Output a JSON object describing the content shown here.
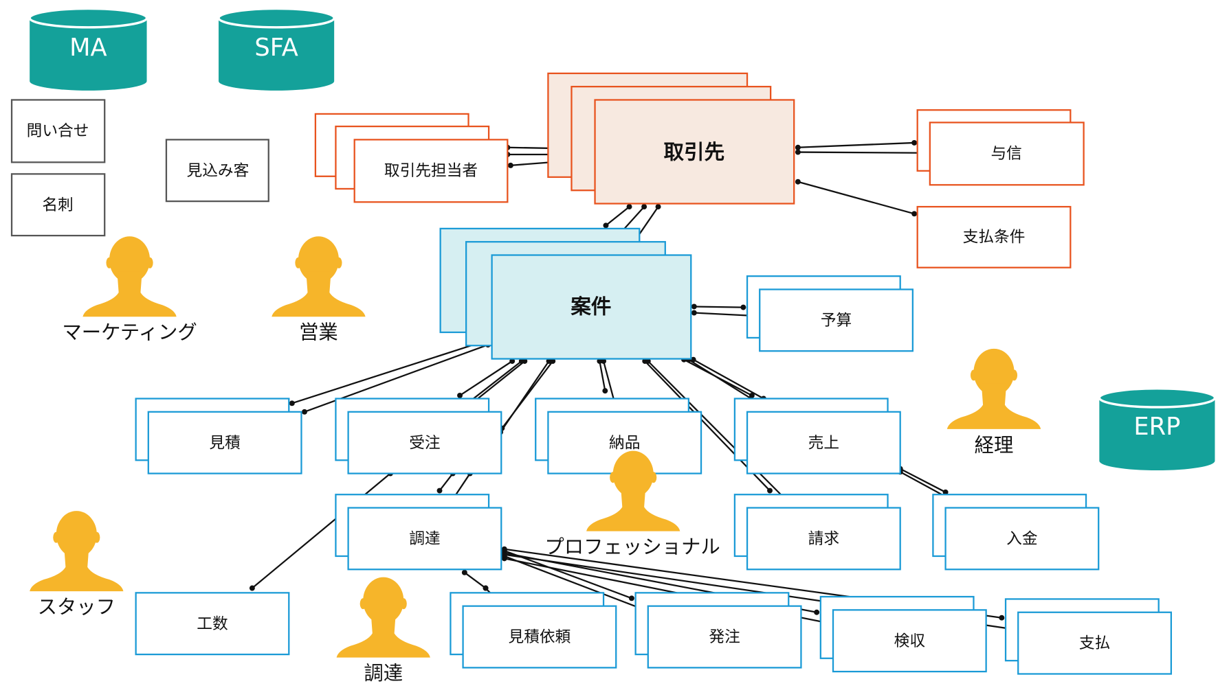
{
  "databases": {
    "ma": "MA",
    "sfa": "SFA",
    "erp": "ERP"
  },
  "leads": {
    "inquiry": "問い合せ",
    "business_card": "名刺",
    "prospect": "見込み客"
  },
  "entities": {
    "account": "取引先",
    "account_contact": "取引先担当者",
    "credit": "与信",
    "payment_terms": "支払条件",
    "deal": "案件",
    "budget": "予算",
    "estimate": "見積",
    "order_received": "受注",
    "delivery": "納品",
    "sales": "売上",
    "procurement": "調達",
    "invoice": "請求",
    "payment_received": "入金",
    "man_hours": "工数",
    "rfq": "見積依頼",
    "purchase_order": "発注",
    "inspection": "検収",
    "payment": "支払"
  },
  "roles": {
    "marketing": "マーケティング",
    "sales": "営業",
    "accounting": "経理",
    "professional": "プロフェッショナル",
    "staff": "スタッフ",
    "procurement": "調達"
  },
  "colors": {
    "db": "#14a19a",
    "orange": "#e8531e",
    "account_fill": "#f7e9e0",
    "blue": "#1a9ad6",
    "deal_fill": "#d6eff2",
    "person": "#f6b52a",
    "gray": "#555555"
  }
}
